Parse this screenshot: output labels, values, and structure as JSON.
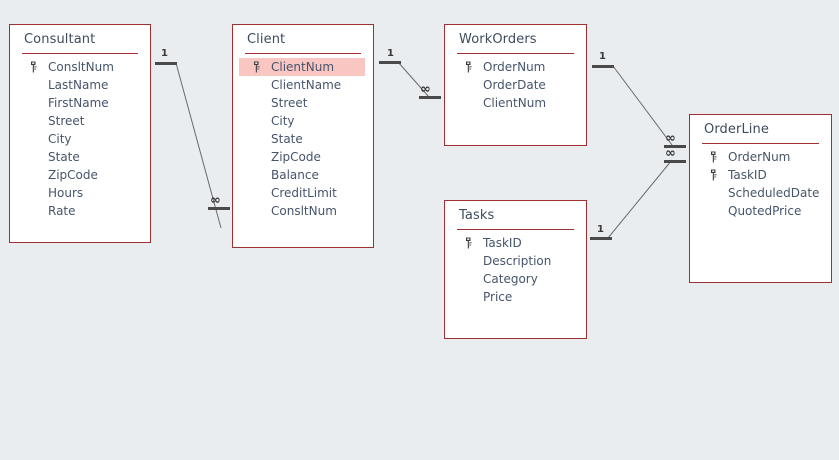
{
  "canvas": {
    "background": "#eaedf0",
    "border_color": "#9e3034",
    "text_color": "#46556b",
    "title_color": "#3d4c5c",
    "selected_row_color": "#f9c6c2",
    "line_color": "#6a6a6a"
  },
  "tables": [
    {
      "name": "Consultant",
      "title": "Consultant",
      "fields": [
        {
          "label": "ConsltNum",
          "key": true,
          "selected": false
        },
        {
          "label": "LastName",
          "key": false,
          "selected": false
        },
        {
          "label": "FirstName",
          "key": false,
          "selected": false
        },
        {
          "label": "Street",
          "key": false,
          "selected": false
        },
        {
          "label": "City",
          "key": false,
          "selected": false
        },
        {
          "label": "State",
          "key": false,
          "selected": false
        },
        {
          "label": "ZipCode",
          "key": false,
          "selected": false
        },
        {
          "label": "Hours",
          "key": false,
          "selected": false
        },
        {
          "label": "Rate",
          "key": false,
          "selected": false
        }
      ]
    },
    {
      "name": "Client",
      "title": "Client",
      "fields": [
        {
          "label": "ClientNum",
          "key": true,
          "selected": true
        },
        {
          "label": "ClientName",
          "key": false,
          "selected": false
        },
        {
          "label": "Street",
          "key": false,
          "selected": false
        },
        {
          "label": "City",
          "key": false,
          "selected": false
        },
        {
          "label": "State",
          "key": false,
          "selected": false
        },
        {
          "label": "ZipCode",
          "key": false,
          "selected": false
        },
        {
          "label": "Balance",
          "key": false,
          "selected": false
        },
        {
          "label": "CreditLimit",
          "key": false,
          "selected": false
        },
        {
          "label": "ConsltNum",
          "key": false,
          "selected": false
        }
      ]
    },
    {
      "name": "WorkOrders",
      "title": "WorkOrders",
      "fields": [
        {
          "label": "OrderNum",
          "key": true,
          "selected": false
        },
        {
          "label": "OrderDate",
          "key": false,
          "selected": false
        },
        {
          "label": "ClientNum",
          "key": false,
          "selected": false
        }
      ]
    },
    {
      "name": "Tasks",
      "title": "Tasks",
      "fields": [
        {
          "label": "TaskID",
          "key": true,
          "selected": false
        },
        {
          "label": "Description",
          "key": false,
          "selected": false
        },
        {
          "label": "Category",
          "key": false,
          "selected": false
        },
        {
          "label": "Price",
          "key": false,
          "selected": false
        }
      ]
    },
    {
      "name": "OrderLine",
      "title": "OrderLine",
      "fields": [
        {
          "label": "OrderNum",
          "key": true,
          "selected": false
        },
        {
          "label": "TaskID",
          "key": true,
          "selected": false
        },
        {
          "label": "ScheduledDate",
          "key": false,
          "selected": false
        },
        {
          "label": "QuotedPrice",
          "key": false,
          "selected": false
        }
      ]
    }
  ],
  "relationships": [
    {
      "from": "Consultant",
      "to": "Client",
      "one_label": "1",
      "many_label": "∞"
    },
    {
      "from": "Client",
      "to": "WorkOrders",
      "one_label": "1",
      "many_label": "∞"
    },
    {
      "from": "WorkOrders",
      "to": "OrderLine",
      "one_label": "1",
      "many_label": "∞"
    },
    {
      "from": "Tasks",
      "to": "OrderLine",
      "one_label": "1",
      "many_label": "∞"
    }
  ]
}
